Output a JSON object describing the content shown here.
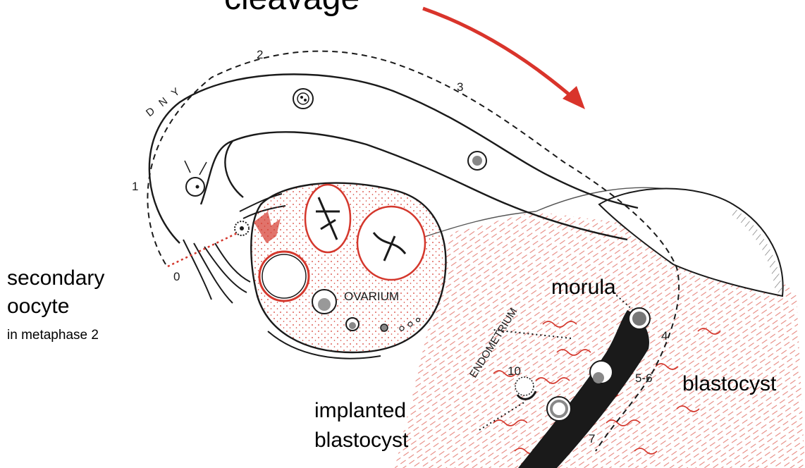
{
  "diagram": {
    "top_title_fragment": "cleavage",
    "labels": {
      "secondary_oocyte_line1": "secondary",
      "secondary_oocyte_line2": "oocyte",
      "secondary_oocyte_note": "in metaphase 2",
      "morula": "morula",
      "blastocyst": "blastocyst",
      "implanted_line1": "implanted",
      "implanted_line2": "blastocyst",
      "ovarium": "OVARIUM",
      "endometrium": "ENDOMETRIUM",
      "day_word": "D N Y"
    },
    "day_markers": [
      "0",
      "1",
      "2",
      "3",
      "4",
      "5-6",
      "7",
      "10"
    ],
    "colors": {
      "arrow": "#d9342b",
      "tissue_red": "#d4372c",
      "ink": "#1a1a1a"
    }
  }
}
